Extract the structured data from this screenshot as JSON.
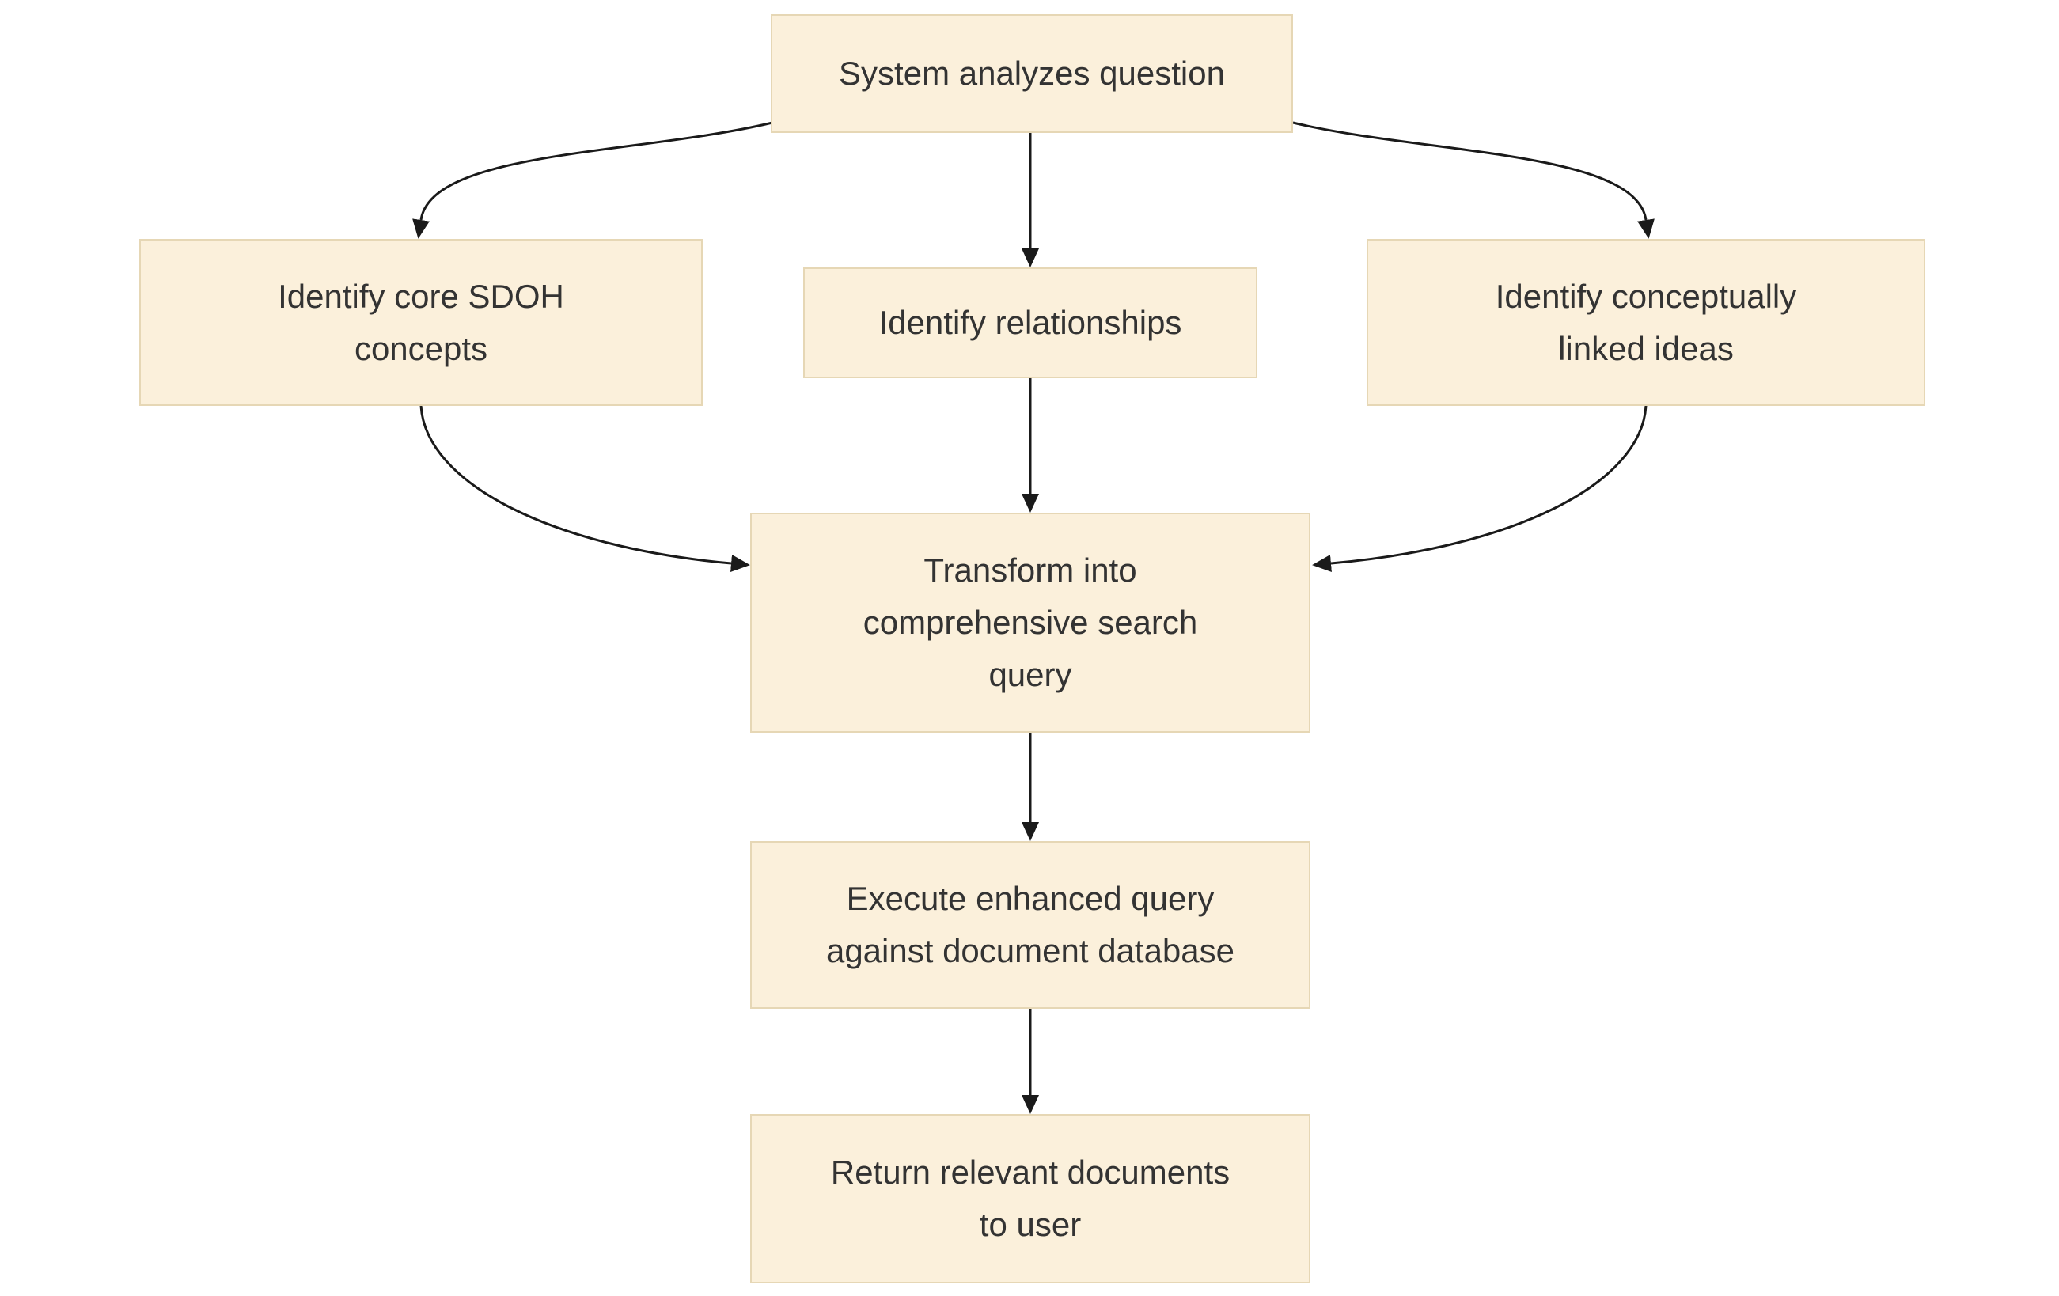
{
  "diagram": {
    "type": "flowchart",
    "direction": "top-down",
    "colors": {
      "background": "#ffffff",
      "node_fill": "#fbf0db",
      "node_border": "#e6d7b5",
      "node_text": "#333333",
      "edge": "#1a1a1a"
    },
    "nodes": [
      {
        "id": "analyze",
        "label": "System analyzes question"
      },
      {
        "id": "sdoh",
        "label": "Identify core SDOH\nconcepts"
      },
      {
        "id": "relationships",
        "label": "Identify relationships"
      },
      {
        "id": "linked",
        "label": "Identify conceptually\nlinked ideas"
      },
      {
        "id": "transform",
        "label": "Transform into\ncomprehensive search\nquery"
      },
      {
        "id": "execute",
        "label": "Execute enhanced query\nagainst document database"
      },
      {
        "id": "return",
        "label": "Return relevant documents\nto user"
      }
    ],
    "edges": [
      {
        "from": "analyze",
        "to": "sdoh"
      },
      {
        "from": "analyze",
        "to": "relationships"
      },
      {
        "from": "analyze",
        "to": "linked"
      },
      {
        "from": "sdoh",
        "to": "transform"
      },
      {
        "from": "relationships",
        "to": "transform"
      },
      {
        "from": "linked",
        "to": "transform"
      },
      {
        "from": "transform",
        "to": "execute"
      },
      {
        "from": "execute",
        "to": "return"
      }
    ]
  }
}
